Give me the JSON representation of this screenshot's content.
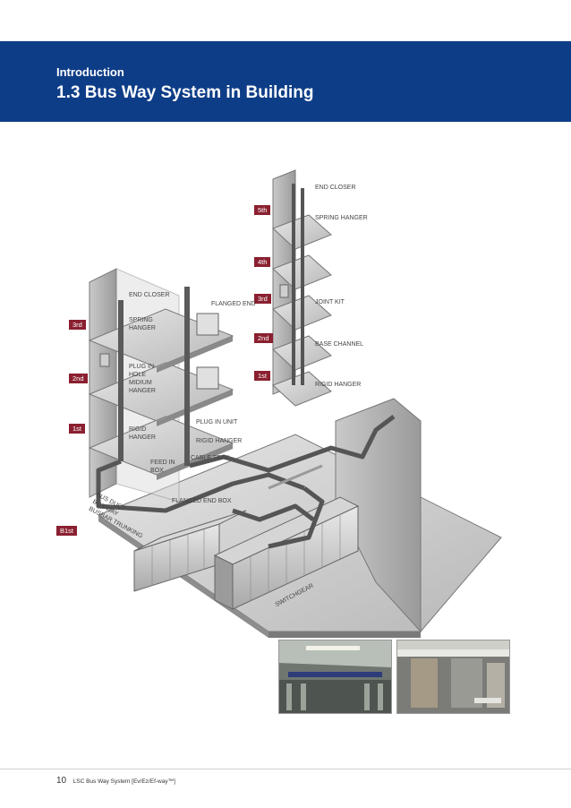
{
  "header": {
    "eyebrow": "Introduction",
    "title": "1.3 Bus Way System in Building",
    "color": "#0e3d87"
  },
  "floor_tags": {
    "left_3rd": "3rd",
    "left_2nd": "2nd",
    "left_1st": "1st",
    "b1st": "B1st",
    "right_5th": "5th",
    "right_4th": "4th",
    "right_3rd": "3rd",
    "right_2nd": "2nd",
    "right_1st": "1st",
    "color": "#8a2030"
  },
  "labels": {
    "end_closer_left": "END CLOSER",
    "spring_hanger_left": "SPRING\nHANGER",
    "plug_in_hole": "PLUG IN\nHOLE\nMIDIUM\nHANGER",
    "rigid_hanger_left": "RIGID\nHANGER",
    "flanged_end": "FLANGED END",
    "plug_in_unit": "PLUG IN UNIT",
    "rigid_hanger_mid": "RIGID HANGER",
    "cable_tray": "CABLE TRAY",
    "feed_in_box": "FEED IN\nBOX",
    "flanged_end_box": "FLANGED END BOX",
    "bus_duct": "BUS DUCT\nBUS WAY\nBUSBAR TRUNKING",
    "switchgear": "SWITCHGEAR",
    "end_closer_right": "END CLOSER",
    "spring_hanger_right": "SPRING HANGER",
    "joint_kit": "JOINT KIT",
    "base_channel": "BASE CHANNEL",
    "rigid_hanger_right": "RIGID HANGER"
  },
  "footer": {
    "page": "10",
    "text": "LSC Bus Way System [Ev/Ez/Ef-way™]"
  }
}
